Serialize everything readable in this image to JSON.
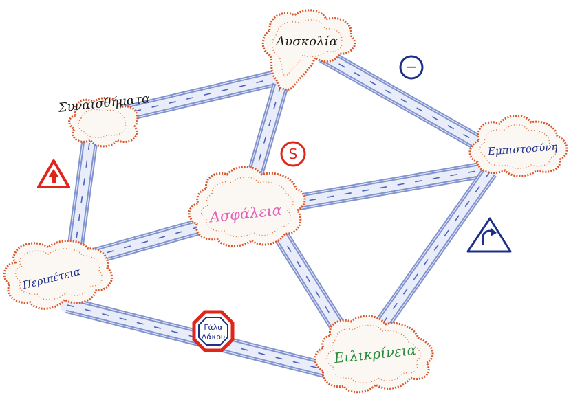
{
  "nodes": {
    "synaisthimata": {
      "label": "Συναισθήματα",
      "color": "#1a1a1a"
    },
    "dyskolia": {
      "label": "Δυσκολία",
      "color": "#1a1a1a"
    },
    "empistosyni": {
      "label": "Εμπιστοσύνη",
      "color": "#1e2f86"
    },
    "asfaleia": {
      "label": "Ασφάλεια",
      "color": "#e35fb8"
    },
    "peripeteia": {
      "label": "Περιπέτεια",
      "color": "#1e2f86"
    },
    "eilikrineia": {
      "label": "Ειλικρίνεια",
      "color": "#2a8a3a"
    }
  },
  "signs": {
    "stop_sign_text_line1": "Γάλα",
    "stop_sign_text_line2": "Δάκρυ",
    "minus_sign": "−",
    "s_sign": "S",
    "colors": {
      "red": "#e0261b",
      "blue": "#1e2f86",
      "road": "#6f82c6",
      "cloud": "#d9552a"
    }
  },
  "icons": [
    "warning-up-arrow-sign",
    "minus-circle-sign",
    "s-circle-sign",
    "curve-right-arrow-sign",
    "octagon-stop-sign"
  ]
}
